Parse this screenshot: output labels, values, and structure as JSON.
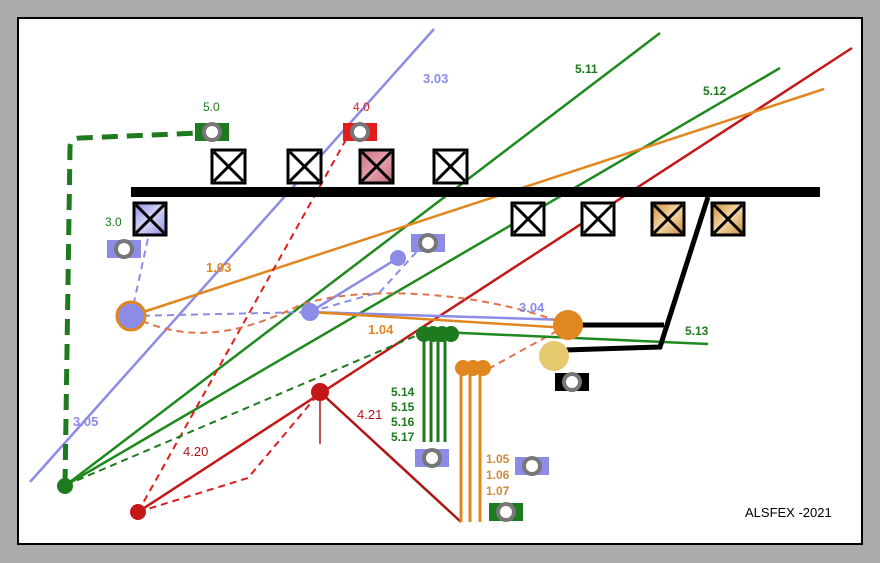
{
  "labels": {
    "cam_5_0": "5.0",
    "cam_4_0": "4.0",
    "cam_3_0": "3.0",
    "line_3_03": "3.03",
    "line_5_11": "5.11",
    "line_5_12": "5.12",
    "line_5_13": "5.13",
    "line_1_03": "1.03",
    "line_1_04": "1.04",
    "line_3_04": "3.04",
    "line_3_05": "3.05",
    "line_4_20": "4.20",
    "line_4_21": "4.21",
    "bundle_green": [
      "5.14",
      "5.15",
      "5.16",
      "5.17"
    ],
    "bundle_orange": [
      "1.05",
      "1.06",
      "1.07"
    ],
    "credit": "ALSFEX -2021"
  },
  "colors": {
    "green": "#1e7a1e",
    "dark_green": "#1d6b1d",
    "lavender": "#8c8ce6",
    "orange": "#e0871f",
    "red": "#d81e1e",
    "dark_red": "#b01515",
    "salmon": "#e0734a",
    "tan": "#e6c96e",
    "black": "#000000"
  }
}
